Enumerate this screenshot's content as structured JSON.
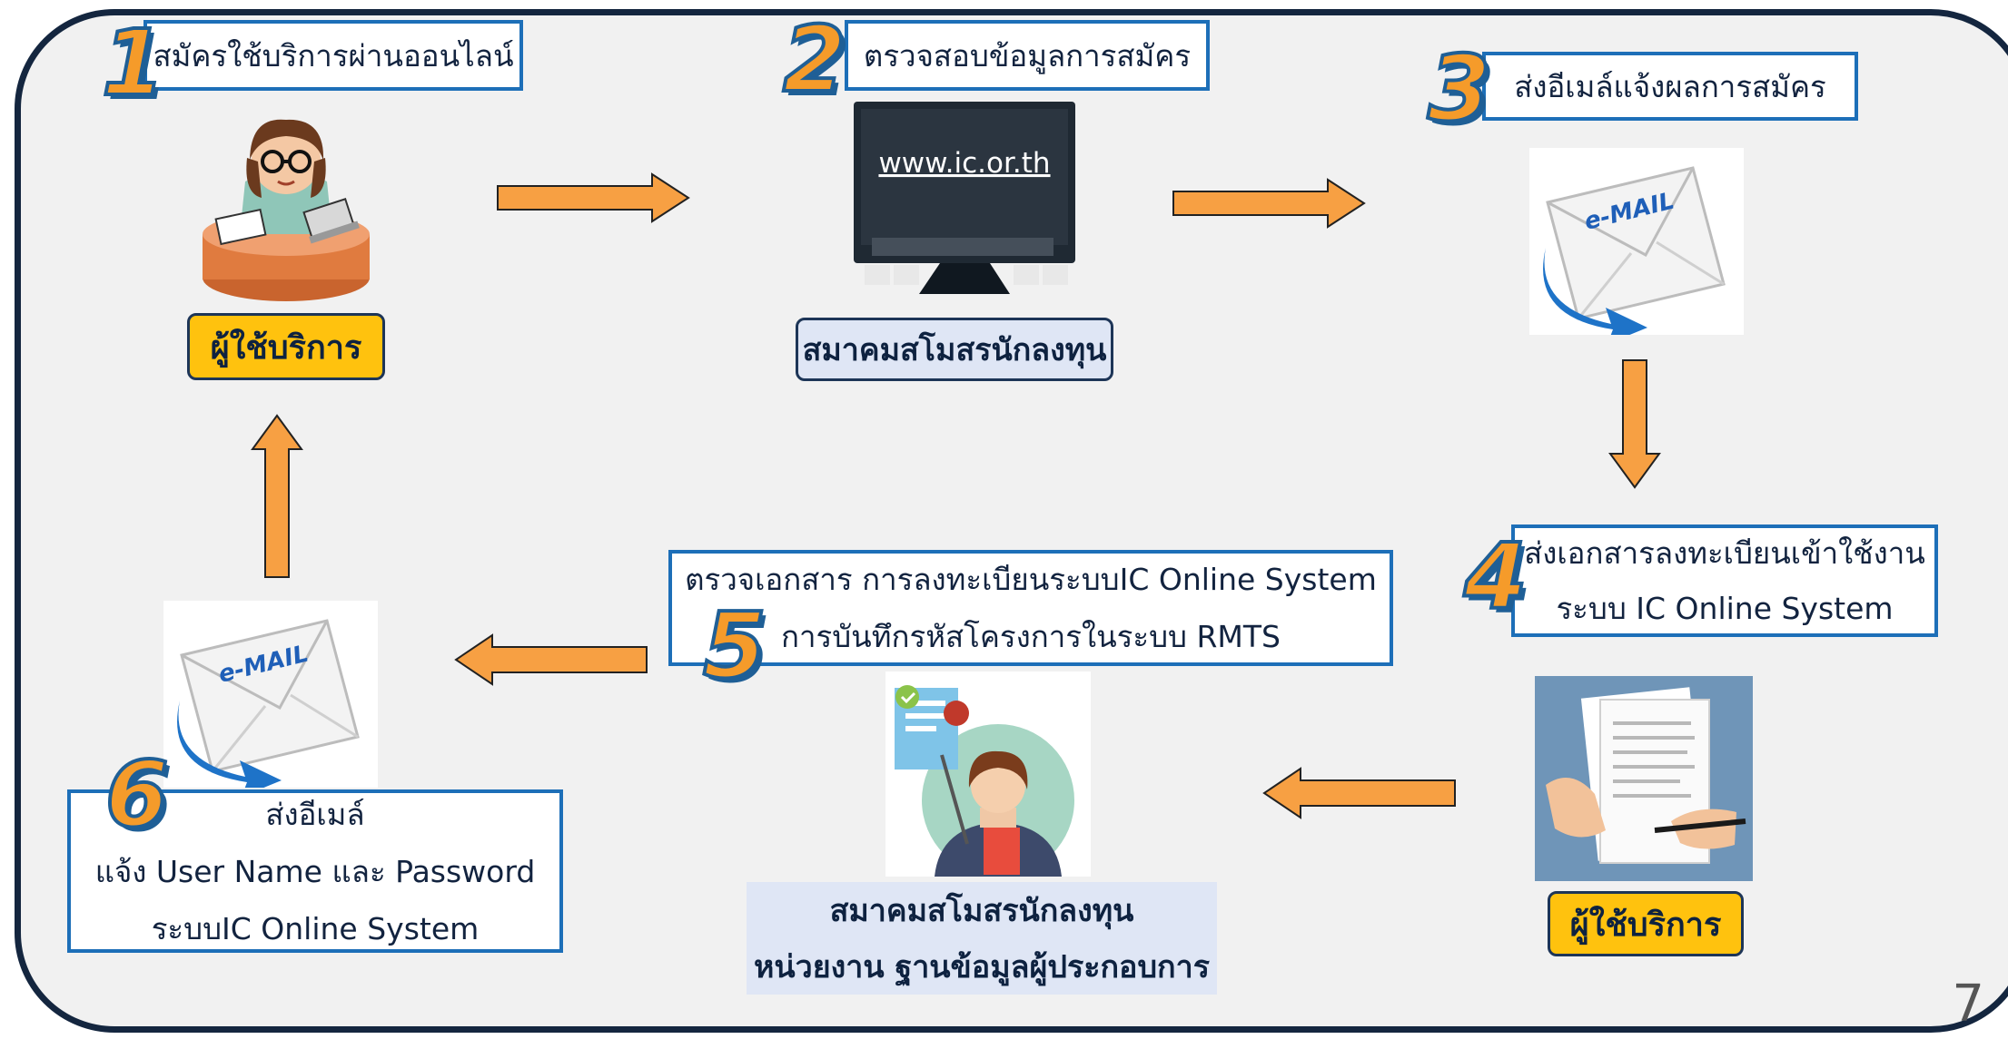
{
  "steps": {
    "s1": {
      "number": "1",
      "title": "สมัครใช้บริการผ่านออนไลน์",
      "badge": "ผู้ใช้บริการ"
    },
    "s2": {
      "number": "2",
      "title": "ตรวจสอบข้อมูลการสมัคร",
      "screen_url": "www.ic.or.th",
      "badge": "สมาคมสโมสรนักลงทุน"
    },
    "s3": {
      "number": "3",
      "title": "ส่งอีเมล์แจ้งผลการสมัคร",
      "email_text": "e-MAIL"
    },
    "s4": {
      "number": "4",
      "line1": "ส่งเอกสารลงทะเบียนเข้าใช้งาน",
      "line2": "ระบบ IC Online System",
      "badge": "ผู้ใช้บริการ"
    },
    "s5": {
      "number": "5",
      "line1": "ตรวจเอกสาร การลงทะเบียนระบบIC Online System",
      "line2": "การบันทึกรหัสโครงการในระบบ RMTS",
      "badge_line1": "สมาคมสโมสรนักลงทุน",
      "badge_line2": "หน่วยงาน ฐานข้อมูลผู้ประกอบการ"
    },
    "s6": {
      "number": "6",
      "line1": "ส่งอีเมล์",
      "line2": "แจ้ง User Name และ Password",
      "line3": "ระบบIC Online System",
      "email_text": "e-MAIL"
    }
  },
  "page_number": "7",
  "colors": {
    "frame": "#14263f",
    "arrow_fill": "#f7a043",
    "arrow_stroke": "#222222",
    "box_border": "#1d6fb8",
    "number_fill": "#f59b2a",
    "number_outline": "#1f5f96",
    "badge_yellow": "#ffc20e",
    "badge_blue": "#dfe6f5"
  }
}
